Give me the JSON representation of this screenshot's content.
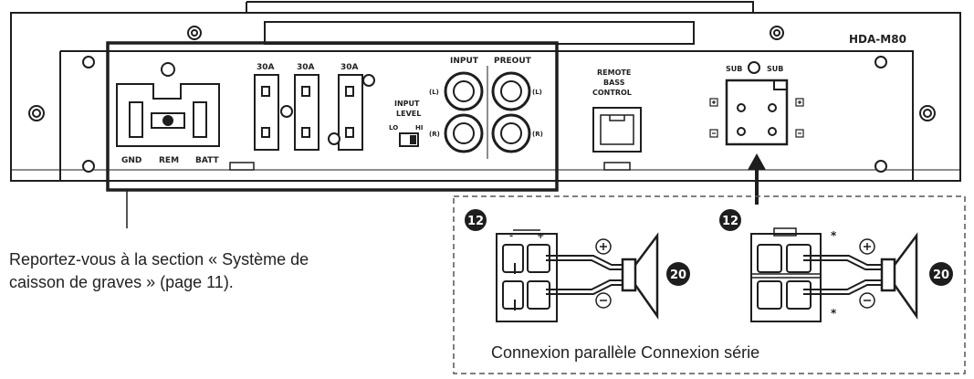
{
  "amp": {
    "model": "HDA-M80",
    "fuses": [
      "30A",
      "30A",
      "30A"
    ],
    "power_terminals": [
      "GND",
      "REM",
      "BATT"
    ],
    "input_label": "INPUT",
    "preout_label": "PREOUT",
    "channel_l": "(L)",
    "channel_r": "(R)",
    "input_level_line1": "INPUT",
    "input_level_line2": "LEVEL",
    "lo": "LO",
    "hi": "HI",
    "remote_line1": "REMOTE",
    "remote_line2": "BASS",
    "remote_line3": "CONTROL",
    "sub_left": "SUB",
    "sub_right": "SUB"
  },
  "note": {
    "line1": "Reportez-vous à la section « Système de",
    "line2": "caisson de graves » (page 11)."
  },
  "connections": {
    "callout_terminal": "12",
    "callout_speaker": "20",
    "asterisk": "*",
    "caption": "Connexion parallèle Connexion série"
  },
  "colors": {
    "line": "#1e1e1e",
    "panel_bg": "#ffffff",
    "callout_bg": "#1e1e1e",
    "dashed": "#555555"
  }
}
